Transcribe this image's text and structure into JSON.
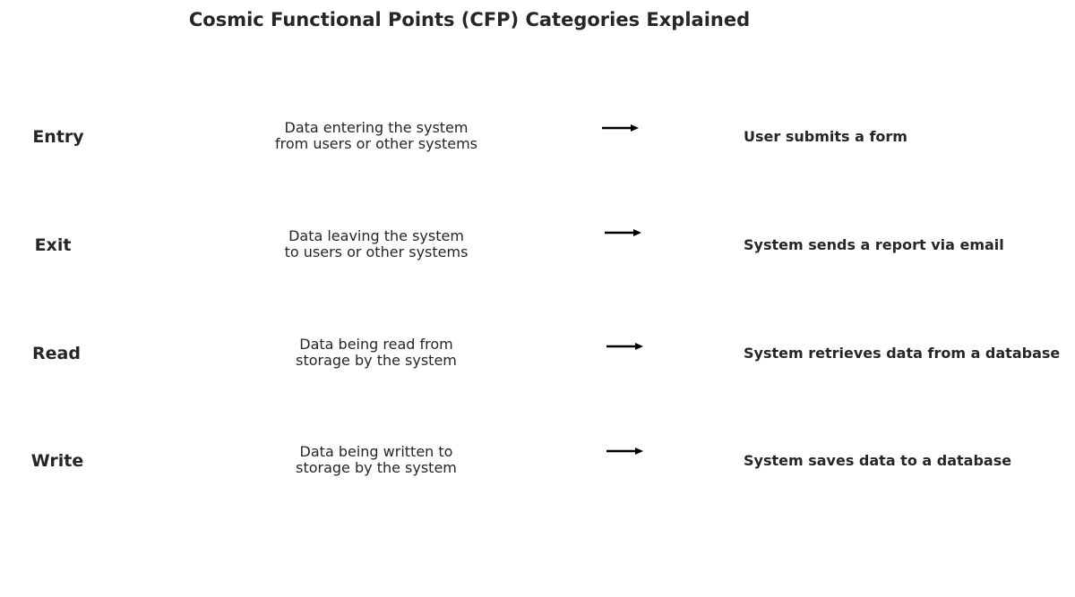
{
  "title": "Cosmic Functional Points (CFP) Categories Explained",
  "rows": [
    {
      "category": "Entry",
      "description": "Data entering the system\nfrom users or other systems",
      "example": "User submits a form"
    },
    {
      "category": "Exit",
      "description": "Data leaving the system\nto users or other systems",
      "example": "System sends a report via email"
    },
    {
      "category": "Read",
      "description": "Data being read from\nstorage by the system",
      "example": "System retrieves data from a database"
    },
    {
      "category": "Write",
      "description": "Data being written to\nstorage by the system",
      "example": "System saves data to a database"
    }
  ]
}
